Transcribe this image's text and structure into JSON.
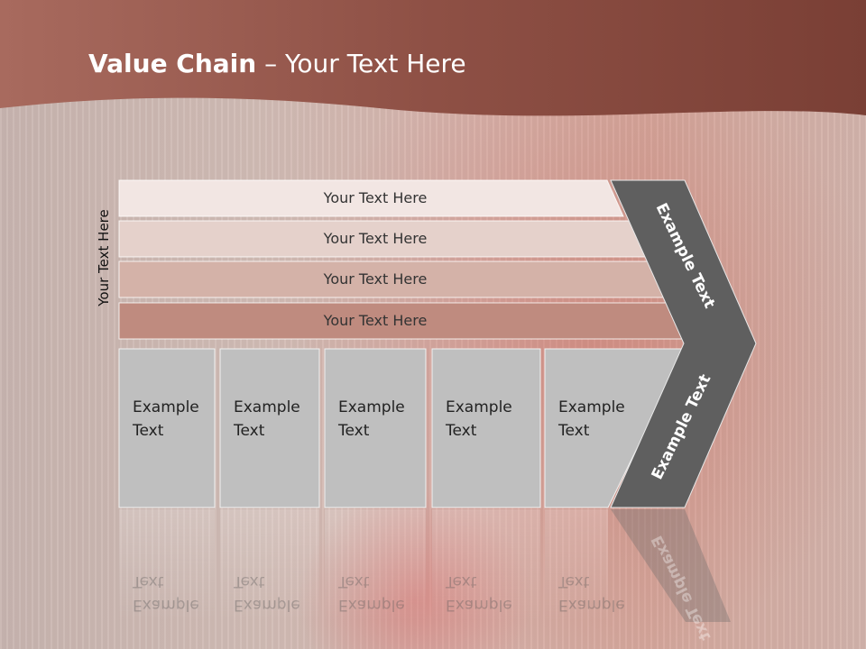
{
  "title": {
    "bold": "Value Chain",
    "rest": " – Your Text Here"
  },
  "vertical_label": "Your Text Here",
  "bars": [
    {
      "label": "Your Text Here",
      "color": "#f2e6e3"
    },
    {
      "label": "Your Text Here",
      "color": "#e5d1cb"
    },
    {
      "label": "Your Text Here",
      "color": "#d4b2a8"
    },
    {
      "label": "Your Text Here",
      "color": "#bf8b7f"
    }
  ],
  "boxes": [
    {
      "line1": "Example",
      "line2": "Text"
    },
    {
      "line1": "Example",
      "line2": "Text"
    },
    {
      "line1": "Example",
      "line2": "Text"
    },
    {
      "line1": "Example",
      "line2": "Text"
    },
    {
      "line1": "Example",
      "line2": "Text"
    }
  ],
  "chevron_upper": "Example Text",
  "chevron_lower": "Example Text",
  "colors": {
    "header": "#8e4f44",
    "chevron": "#5f5f5f",
    "box_fill": "#bfbfbf"
  }
}
